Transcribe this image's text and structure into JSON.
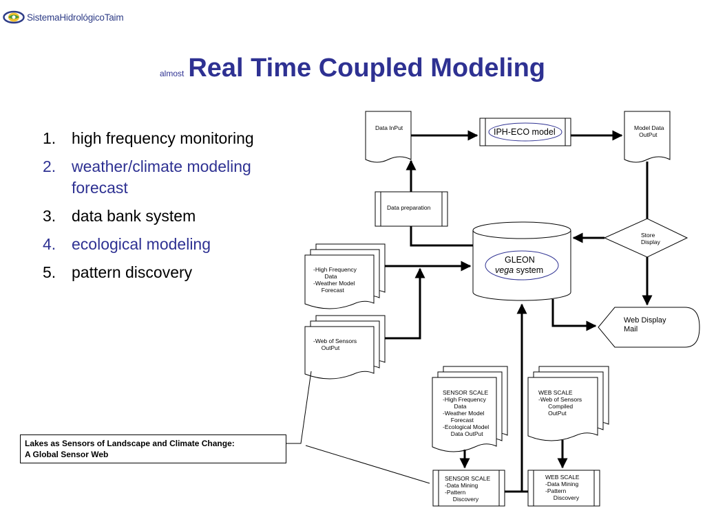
{
  "header": {
    "logo_text": "SistemaHidrológicoTaim",
    "title_prefix": "almost",
    "title_main": "Real Time Coupled Modeling"
  },
  "steps": [
    {
      "num": "1.",
      "text": "high frequency monitoring",
      "color": "#000000"
    },
    {
      "num": "2.",
      "text": "weather/climate modeling forecast",
      "color": "#2e3192"
    },
    {
      "num": "3.",
      "text": "data bank system",
      "color": "#000000"
    },
    {
      "num": "4.",
      "text": "ecological modeling",
      "color": "#2e3192"
    },
    {
      "num": "5.",
      "text": "pattern discovery",
      "color": "#000000"
    }
  ],
  "diagram": {
    "data_input": "Data InPut",
    "iph_eco": "IPH-ECO model",
    "model_data_output": "Model Data\n   OutPut",
    "data_preparation": "Data preparation",
    "gleon_line1": "GLEON",
    "gleon_vega": "vega",
    "gleon_system": " system",
    "store_display": "Store\nDisplay",
    "high_freq_docs": "-High Frequency\n       Data\n-Weather Model\n     Forecast",
    "web_sensors_docs": "-Web of Sensors\n     OutPut",
    "web_display": "Web Display\nMail",
    "sensor_scale_docs": "SENSOR SCALE\n-High Frequency\n       Data\n-Weather Model\n     Forecast\n-Ecological Model\n     Data OutPut",
    "web_scale_docs": "WEB SCALE\n-Web of Sensors\n      Compiled\n      OutPut",
    "sensor_scale_process": "SENSOR SCALE\n-Data Mining\n-Pattern\n     Discovery",
    "web_scale_process": "WEB SCALE\n-Data Mining\n-Pattern\n     Discovery"
  },
  "caption": {
    "line1": "Lakes as Sensors of Landscape and Climate Change:",
    "line2": "A Global Sensor Web"
  },
  "colors": {
    "title_blue": "#2e3192",
    "logo_blue": "#2e3c86"
  }
}
